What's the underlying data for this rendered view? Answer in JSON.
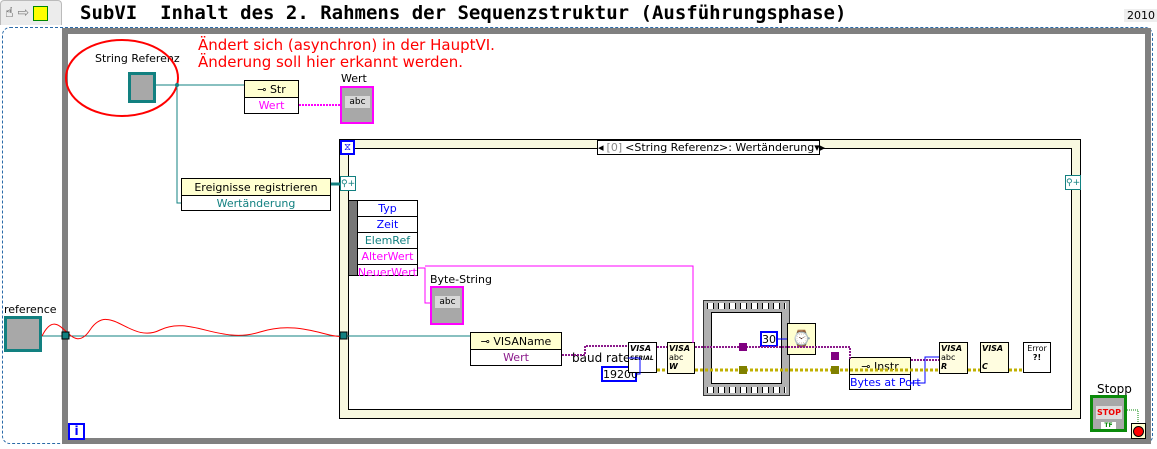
{
  "toolbar": {
    "icons": [
      "hand-icon",
      "step-arrow-icon",
      "vi-icon"
    ]
  },
  "title": "SubVI  Inhalt des 2. Rahmens der Sequenzstruktur (Ausführungsphase)",
  "version": "2010",
  "annotation": {
    "line1": "Ändert sich (asynchron) in der HauptVI.",
    "line2": "Änderung soll hier erkannt werden."
  },
  "string_ref": {
    "label": "String Referenz"
  },
  "str_property": {
    "class": "Str",
    "property": "Wert"
  },
  "wert_indicator": {
    "label": "Wert",
    "type": "abc"
  },
  "register_events": {
    "title": "Ereignisse registrieren",
    "event": "Wertänderung"
  },
  "event_structure": {
    "case_index": "[0]",
    "case_label": "<String Referenz>: Wertänderung",
    "data_fields": [
      "Typ",
      "Zeit",
      "ElemRef",
      "AlterWert",
      "NeuerWert"
    ]
  },
  "byte_string": {
    "label": "Byte-String",
    "type": "abc"
  },
  "reference": {
    "label": "reference"
  },
  "visa_name_node": {
    "class": "VISAName",
    "property": "Wert"
  },
  "baud_rate": {
    "label": "baud rate",
    "value": "19200"
  },
  "visa_serial": {
    "text": "VISA",
    "sub": "SERIAL"
  },
  "visa_write": {
    "text": "VISA",
    "sub": "abc",
    "mode": "W"
  },
  "wait": {
    "value": "30"
  },
  "instr_node": {
    "class": "Instr",
    "property": "Bytes at Port"
  },
  "visa_read": {
    "text": "VISA",
    "sub": "abc",
    "mode": "R"
  },
  "visa_close": {
    "text": "VISA",
    "mode": "C"
  },
  "error_handler": {
    "text": "Error"
  },
  "loop_index": "i",
  "stop": {
    "label": "Stopp",
    "button": "STOP",
    "type": "TF"
  },
  "colors": {
    "reference_wire": "#128080",
    "string_wire": "#ff00ff",
    "error_wire": "#c0b000",
    "annotation": "#ff0000",
    "loop_border": "#808080"
  }
}
